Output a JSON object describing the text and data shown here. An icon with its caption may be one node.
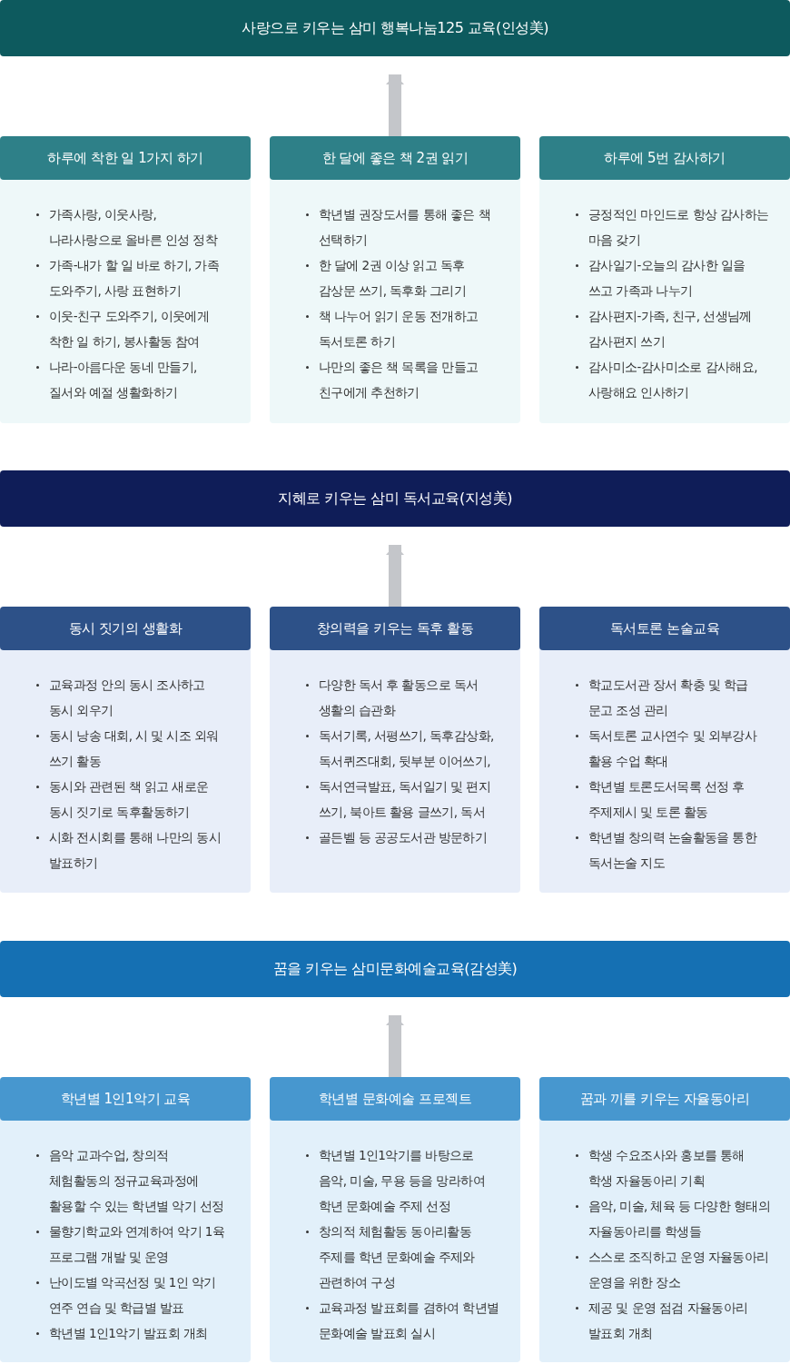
{
  "diagram": {
    "nodes": [
      {
        "text": [
          "사랑으로 키우는 삼미 행복나눔125 교육(인성美)"
        ]
      },
      {
        "text": [
          "하루에 착한 일 1가지 하기",
          "가족사랑, 이웃사랑, 나라사랑으로 올바른 인성 정착",
          "가족-내가 할 일 바로 하기, 가족 도와주기, 사랑 표현하기",
          "이웃-친구 도와주기, 이웃에게 착한 일 하기, 봉사활동 참여",
          "나라-아름다운 동네 만들기, 질서와 예절 생활화하기"
        ]
      },
      {
        "text": [
          "한 달에 좋은 책 2권 읽기",
          "학년별 권장도서를 통해 좋은 책 선택하기",
          "한 달에 2권 이상 읽고 독후 감상문 쓰기, 독후화 그리기",
          "책 나누어 읽기 운동 전개하고 독서토론 하기",
          "나만의 좋은 책 목록을 만들고 친구에게 추천하기"
        ]
      },
      {
        "text": [
          "하루에 5번 감사하기",
          "긍정적인 마인드로 항상 감사하는 마음 갖기",
          "감사일기-오늘의 감사한 일을 쓰고 가족과 나누기",
          "감사편지-가족, 친구, 선생님께 감사편지 쓰기",
          "감사미소-감사미소로 감사해요, 사랑해요 인사하기"
        ]
      },
      {
        "text": [
          "지혜로 키우는 삼미 독서교육(지성美)"
        ]
      },
      {
        "text": [
          "동시 짓기의 생활화",
          "교육과정 안의 동시 조사하고 동시 외우기",
          "동시 낭송 대회, 시 및 시조 외워 쓰기 활동",
          "동시와 관련된 책 읽고 새로운 동시 짓기로 독후활동하기",
          "시화 전시회를 통해 나만의 동시 발표하기"
        ]
      },
      {
        "text": [
          "창의력을 키우는 독후 활동",
          "다양한 독서 후 활동으로 독서 생활의 습관화",
          "독서기록, 서평쓰기, 독후감상화, 독서퀴즈대회, 뒷부분 이어쓰기,",
          "독서연극발표, 독서일기 및 편지 쓰기, 북아트 활용 글쓰기, 독서",
          "골든벨 등 공공도서관 방문하기"
        ]
      },
      {
        "text": [
          "독서토론 논술교육",
          "학교도서관 장서 확충 및 학급 문고 조성 관리",
          "독서토론 교사연수 및 외부강사 활용 수업 확대",
          "학년별 토론도서목록 선정 후 주제제시 및 토론 활동",
          "학년별 창의력 논술활동을 통한 독서논술 지도"
        ]
      },
      {
        "text": [
          "꿈을 키우는 삼미문화예술교육(감성美)"
        ]
      },
      {
        "text": [
          "학년별 1인1악기 교육",
          "음악 교과수업, 창의적 체험활동의 정규교육과정에 활용할 수 있는 학년별 악기 선정",
          "물향기학교와 연계하여 악기 1육 프로그램 개발 및 운영",
          "난이도별 악곡선정 및 1인 악기 연주 연습 및 학급별 발표",
          "학년별 1인1악기 발표회 개최"
        ]
      },
      {
        "text": [
          "학년별 문화예술 프로젝트",
          "학년별 1인1악기를 바탕으로 음악, 미술, 무용 등을 망라하여 학년 문화예술 주제 선정",
          "창의적 체험활동 동아리활동 주제를 학년 문화예술 주제와 관련하여 구성",
          "교육과정 발표회를 겸하여 학년별 문화예술 발표회 실시"
        ]
      },
      {
        "text": [
          "꿈과 끼를 키우는 자율동아리",
          "학생 수요조사와 홍보를 통해 학생 자율동아리 기획",
          "음악, 미술, 체육 등 다양한 형태의 자율동아리를 학생들",
          "스스로 조직하고 운영 자율동아리 운영을 위한 장소",
          "제공 및 운영 점검 자율동아리 발표회 개최"
        ]
      }
    ],
    "edges": [
      {
        "from": 2,
        "to": 0,
        "arrow": "to"
      },
      {
        "from": 6,
        "to": 4,
        "arrow": "to"
      },
      {
        "from": 10,
        "to": 8,
        "arrow": "to"
      }
    ]
  }
}
